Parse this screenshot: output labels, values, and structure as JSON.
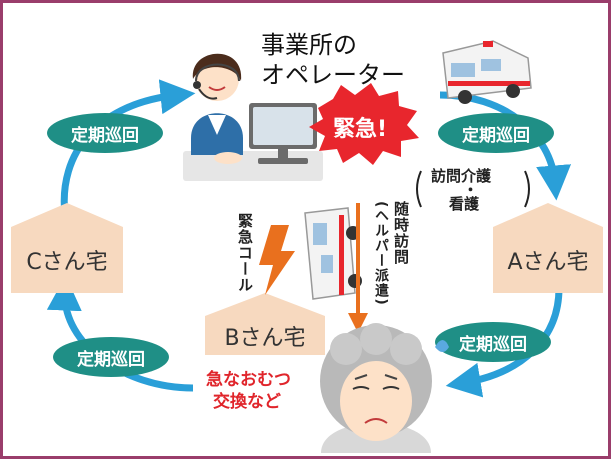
{
  "operator": {
    "line1": "事業所の",
    "line2": "オペレーター"
  },
  "urgent": "緊急!",
  "patrol_label": "定期巡回",
  "houses": {
    "a": "Aさん宅",
    "b": "Bさん宅",
    "c": "Cさん宅"
  },
  "visit_care": {
    "line1": "訪問介護",
    "dot": "・",
    "line2": "看護"
  },
  "emergency_call": "緊急コール",
  "on_demand_visit": "随時訪問",
  "helper_dispatch": "(ヘルパー派遣)",
  "diaper_note": {
    "line1": "急なおむつ",
    "line2": "交換など"
  },
  "colors": {
    "frame": "#9a3d6b",
    "arrow_blue": "#2a9fd8",
    "pill_teal": "#1f8f86",
    "house_peach": "#f7d9bf",
    "urgent_red": "#e8262d",
    "dispatch_orange": "#e9701e",
    "note_red": "#e0252b"
  }
}
